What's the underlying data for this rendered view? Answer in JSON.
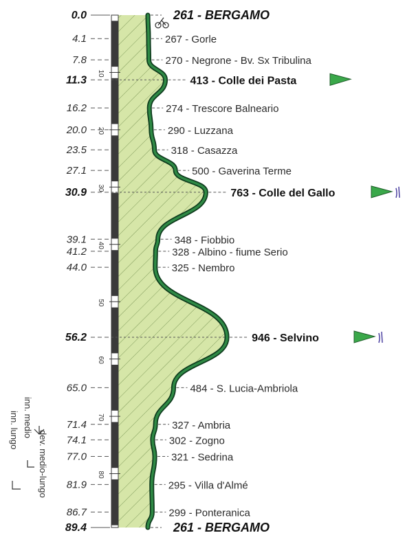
{
  "chart_data": {
    "type": "area",
    "orientation": "vertical",
    "distance_unit": "km",
    "elevation_unit": "m",
    "distance_range": [
      0,
      89.4
    ],
    "points": [
      {
        "km": "0.0",
        "km_value": 0.0,
        "elevation": 261,
        "place": "BERGAMO",
        "style": "endpoint"
      },
      {
        "km": "4.1",
        "km_value": 4.1,
        "elevation": 267,
        "place": "Gorle",
        "style": "normal"
      },
      {
        "km": "7.8",
        "km_value": 7.8,
        "elevation": 270,
        "place": "Negrone - Bv. Sx Tribulina",
        "style": "normal"
      },
      {
        "km": "11.3",
        "km_value": 11.3,
        "elevation": 413,
        "place": "Colle dei Pasta",
        "style": "major"
      },
      {
        "km": "16.2",
        "km_value": 16.2,
        "elevation": 274,
        "place": "Trescore Balneario",
        "style": "normal"
      },
      {
        "km": "20.0",
        "km_value": 20.0,
        "elevation": 290,
        "place": "Luzzana",
        "style": "normal"
      },
      {
        "km": "23.5",
        "km_value": 23.5,
        "elevation": 318,
        "place": "Casazza",
        "style": "normal"
      },
      {
        "km": "27.1",
        "km_value": 27.1,
        "elevation": 500,
        "place": "Gaverina Terme",
        "style": "normal"
      },
      {
        "km": "30.9",
        "km_value": 30.9,
        "elevation": 763,
        "place": "Colle del Gallo",
        "style": "major"
      },
      {
        "km": "39.1",
        "km_value": 39.1,
        "elevation": 348,
        "place": "Fiobbio",
        "style": "normal"
      },
      {
        "km": "41.2",
        "km_value": 41.2,
        "elevation": 328,
        "place": "Albino - fiume Serio",
        "style": "normal"
      },
      {
        "km": "44.0",
        "km_value": 44.0,
        "elevation": 325,
        "place": "Nembro",
        "style": "normal"
      },
      {
        "km": "56.2",
        "km_value": 56.2,
        "elevation": 946,
        "place": "Selvino",
        "style": "major"
      },
      {
        "km": "65.0",
        "km_value": 65.0,
        "elevation": 484,
        "place": "S. Lucia-Ambriola",
        "style": "normal"
      },
      {
        "km": "71.4",
        "km_value": 71.4,
        "elevation": 327,
        "place": "Ambria",
        "style": "normal"
      },
      {
        "km": "74.1",
        "km_value": 74.1,
        "elevation": 302,
        "place": "Zogno",
        "style": "normal"
      },
      {
        "km": "77.0",
        "km_value": 77.0,
        "elevation": 321,
        "place": "Sedrina",
        "style": "normal"
      },
      {
        "km": "81.9",
        "km_value": 81.9,
        "elevation": 295,
        "place": "Villa d'Almé",
        "style": "normal"
      },
      {
        "km": "86.7",
        "km_value": 86.7,
        "elevation": 299,
        "place": "Ponteranica",
        "style": "normal"
      },
      {
        "km": "89.4",
        "km_value": 89.4,
        "elevation": 261,
        "place": "BERGAMO",
        "style": "endpoint"
      }
    ],
    "scale_ticks": [
      "10",
      "20",
      "30",
      "40",
      "50",
      "60",
      "70",
      "80"
    ],
    "gpm_markers_at_km": [
      11.3,
      30.9,
      56.2
    ],
    "side_notes": [
      "inn. medio",
      "inn. lungo",
      "dev. medio-lungo"
    ],
    "colors": {
      "profile_line": "#1f6b35",
      "fill": "#d6e6a8",
      "hatch": "#7f9a5a",
      "flag": "#3aa84a",
      "scale_bar": "#3a3a3a"
    },
    "icons": [
      "bicycle-icon",
      "flag-icon",
      "cyclist-icon"
    ]
  }
}
